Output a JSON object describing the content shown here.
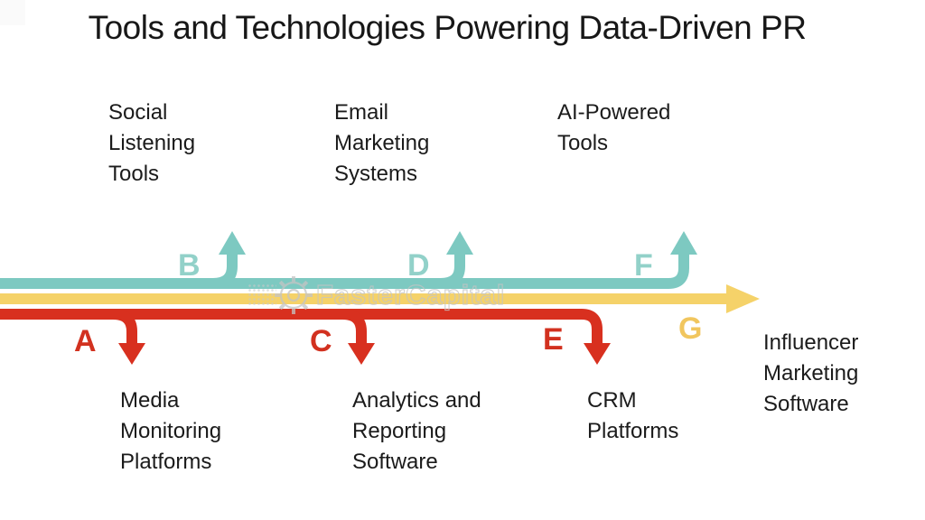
{
  "title": "Tools and Technologies Powering Data-Driven PR",
  "watermark": {
    "icon": "gear-icon",
    "text": "FasterCapital"
  },
  "colors": {
    "teal_line": "#7dc9c1",
    "yellow_line": "#f5d269",
    "red_line": "#d8301f",
    "teal_letter": "#92d1c9",
    "yellow_letter": "#f1c65e",
    "red_letter": "#d2311f",
    "text": "#1b1b1b",
    "watermark_gray": "#c4c4c4"
  },
  "diagram": {
    "top_items": [
      {
        "letter": "B",
        "label": "Social\nListening\nTools"
      },
      {
        "letter": "D",
        "label": "Email\nMarketing\nSystems"
      },
      {
        "letter": "F",
        "label": "AI-Powered\nTools"
      }
    ],
    "bottom_items": [
      {
        "letter": "A",
        "label": "Media\nMonitoring\nPlatforms"
      },
      {
        "letter": "C",
        "label": "Analytics and\nReporting\nSoftware"
      },
      {
        "letter": "E",
        "label": "CRM\nPlatforms"
      }
    ],
    "end_item": {
      "letter": "G",
      "label": "Influencer\nMarketing\nSoftware"
    }
  }
}
